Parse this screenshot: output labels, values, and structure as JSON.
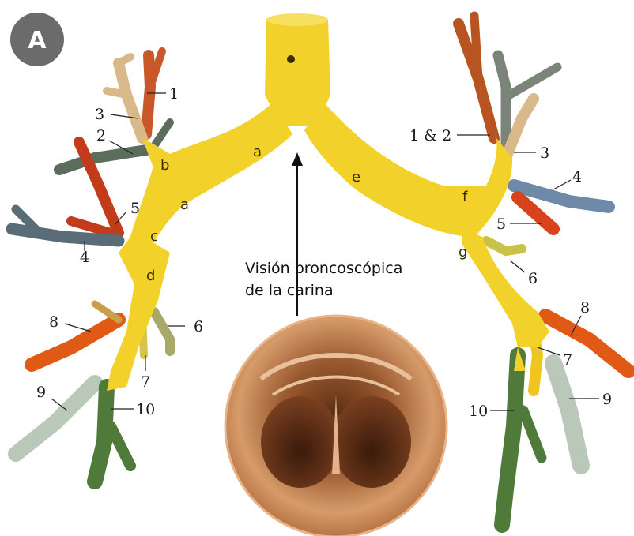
{
  "panel_label": "A",
  "caption": [
    "Visión broncoscópica",
    "de la carina"
  ],
  "colors": {
    "trachea": "#f2d22a",
    "upper": "#c9572a",
    "apical": "#d9b98a",
    "posterior": "#6b7f6a",
    "anterior_blue": "#6e8aa8",
    "lingula_red": "#d8421c",
    "lateral_basal": "#e86a1c",
    "basal_pale": "#b9c8b8",
    "basal_green": "#4f7a3a",
    "badge": "#6b6b6b"
  },
  "right_labels": {
    "l1": "1",
    "l2": "2",
    "l3": "3",
    "l4": "4",
    "l5": "5",
    "l6": "6",
    "l7": "7",
    "l8": "8",
    "l9": "9",
    "l10": "10"
  },
  "left_labels": {
    "l12": "1 & 2",
    "l3": "3",
    "l4": "4",
    "l5": "5",
    "l6": "6",
    "l7": "7",
    "l8": "8",
    "l9": "9",
    "l10": "10"
  },
  "segments": {
    "a1": "a",
    "a2": "a",
    "b": "b",
    "c": "c",
    "d": "d",
    "e": "e",
    "f": "f",
    "g": "g"
  }
}
